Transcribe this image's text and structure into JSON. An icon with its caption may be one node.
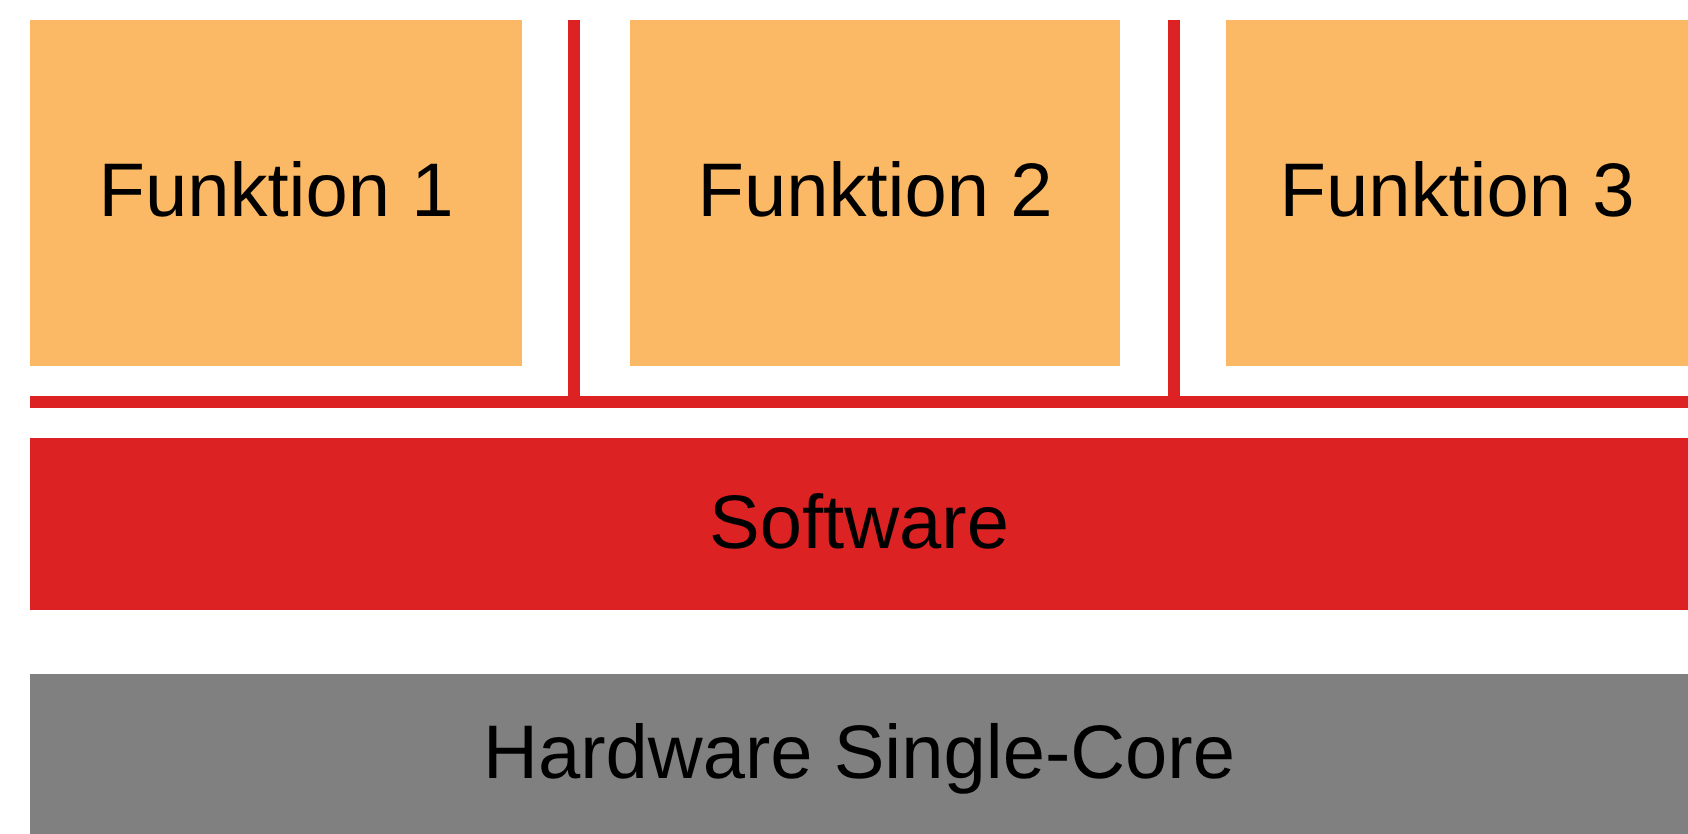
{
  "diagram": {
    "nodes": [
      {
        "text": [
          "Funktion 1"
        ]
      },
      {
        "text": [
          "Funktion 2"
        ]
      },
      {
        "text": [
          "Funktion 3"
        ]
      },
      {
        "text": [
          "Software"
        ]
      },
      {
        "text": [
          "Hardware Single-Core"
        ]
      }
    ]
  }
}
